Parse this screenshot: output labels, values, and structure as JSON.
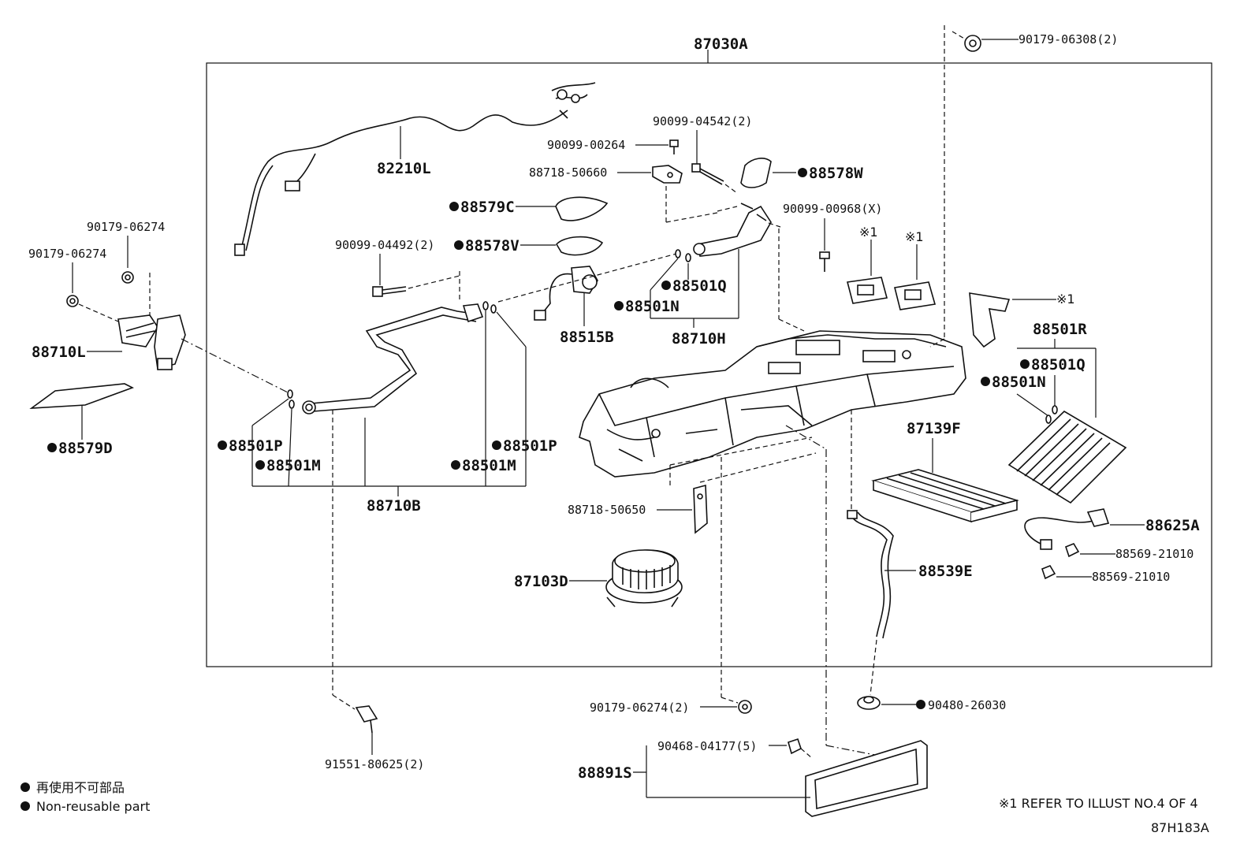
{
  "assembly": {
    "label": "87030A"
  },
  "labels": {
    "p_90179_06308": "90179-06308(2)",
    "p_90099_04542": "90099-04542(2)",
    "p_90099_00264": "90099-00264",
    "p_88718_50660": "88718-50660",
    "p_82210L": "82210L",
    "p_88578W": "88578W",
    "p_88579C": "88579C",
    "p_90099_00968": "90099-00968(X)",
    "p_ref1a": "※1",
    "p_ref1b": "※1",
    "p_ref1c": "※1",
    "p_90179_06274_a": "90179-06274",
    "p_90179_06274_b": "90179-06274",
    "p_90099_04492": "90099-04492(2)",
    "p_88578V": "88578V",
    "p_88501Q_top": "88501Q",
    "p_88501N_top": "88501N",
    "p_88515B": "88515B",
    "p_88710H": "88710H",
    "p_88710L": "88710L",
    "p_88501R": "88501R",
    "p_88501Q_right": "88501Q",
    "p_88501N_right": "88501N",
    "p_88579D": "88579D",
    "p_88501P_left": "88501P",
    "p_88501M_left": "88501M",
    "p_88501P_mid": "88501P",
    "p_88501M_mid": "88501M",
    "p_88710B": "88710B",
    "p_87139F": "87139F",
    "p_88718_50650": "88718-50650",
    "p_88625A": "88625A",
    "p_88569_21010_a": "88569-21010",
    "p_88569_21010_b": "88569-21010",
    "p_87103D": "87103D",
    "p_88539E": "88539E",
    "p_90179_06274_c": "90179-06274(2)",
    "p_90480_26030": "90480-26030",
    "p_91551_80625": "91551-80625(2)",
    "p_90468_04177": "90468-04177(5)",
    "p_88891S": "88891S"
  },
  "legend": {
    "jp": "再使用不可部品",
    "en": "Non-reusable part",
    "ref": "※1 REFER TO ILLUST NO.4 OF 4",
    "code": "87H183A"
  },
  "icons": {
    "nonreusable": "filled-circle-icon"
  }
}
